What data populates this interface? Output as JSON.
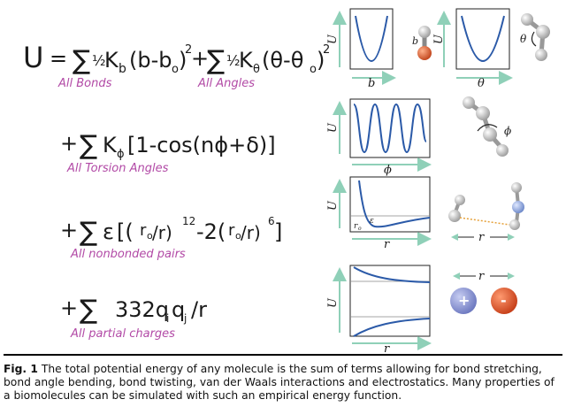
{
  "equation": {
    "U": "U",
    "eq": "=",
    "sum": "∑",
    "half": "½",
    "bond_term": "K",
    "bond_sub": "b",
    "bond_paren": "(b-b",
    "bond_sub0": "o",
    "bond_close": ")",
    "sq": "2",
    "plus": "+",
    "angle_term": "K",
    "angle_sub": "θ",
    "angle_paren": "(θ-θ",
    "angle_sub0": "o",
    "angle_close": ")",
    "torsion_term": "K",
    "torsion_sub": "ϕ",
    "torsion_body": "[1-cos(nϕ+δ)]",
    "vdw_eps": "ε",
    "vdw_body1": "[(",
    "vdw_r0a": "r",
    "vdw_r0a_sub": "o",
    "vdw_slash1": "/r)",
    "vdw_exp12": "12",
    "vdw_mid": "-2(",
    "vdw_r0b": "r",
    "vdw_r0b_sub": "o",
    "vdw_slash2": "/r)",
    "vdw_exp6": "6",
    "vdw_close": "]",
    "elec_body": "332q",
    "elec_i": "i",
    "elec_q": "q",
    "elec_j": "j",
    "elec_r": "/r"
  },
  "notes": {
    "bonds": "All Bonds",
    "angles": "All Angles",
    "torsion": "All Torsion Angles",
    "nonbonded": "All nonbonded pairs",
    "partial": "All partial charges"
  },
  "plots": {
    "u_label": "U",
    "bond_x": "b",
    "angle_x": "θ",
    "torsion_x": "ϕ",
    "vdw_x": "r",
    "vdw_r0": "r",
    "vdw_r0_sub": "o",
    "vdw_eps": "ε",
    "elec_x": "r"
  },
  "molecules": {
    "bond_label": "b",
    "angle_label": "θ",
    "torsion_label": "ϕ",
    "vdw_r": "r",
    "elec_r": "r",
    "plus": "+",
    "minus": "-"
  },
  "colors": {
    "curve": "#2b5aa8",
    "axis_arrow": "#8fd0b8",
    "note": "#b24aa6",
    "orange_atom": "#e0622a",
    "blue_atom": "#8aa7e0",
    "neg_ion": "#e05a30",
    "pos_ion": "#8f9ad8",
    "bond_dashes": "#e6a13a"
  },
  "caption": {
    "label": "Fig. 1",
    "text": " The total potential energy of any molecule is the sum of terms allowing for bond stretching, bond angle bending, bond twisting, van der Waals interactions and electrostatics. Many properties of a biomolecules can be simulated with such an empirical energy function."
  }
}
